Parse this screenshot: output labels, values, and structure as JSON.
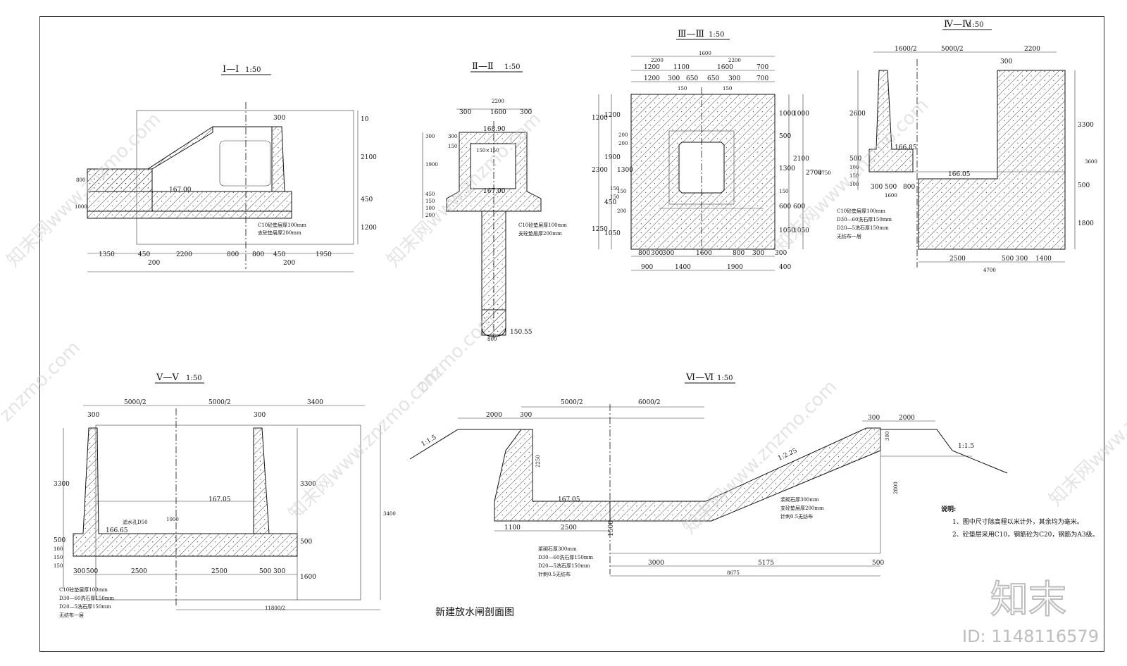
{
  "sections": {
    "s1": {
      "title": "Ⅰ—Ⅰ",
      "scale": "1:50"
    },
    "s2": {
      "title": "Ⅱ—Ⅱ",
      "scale": "1:50"
    },
    "s3": {
      "title": "Ⅲ—Ⅲ",
      "scale": "1:50"
    },
    "s4": {
      "title": "Ⅳ—Ⅳ",
      "scale": "1:50"
    },
    "s5": {
      "title": "Ⅴ—Ⅴ",
      "scale": "1:50"
    },
    "s6": {
      "title": "Ⅵ—Ⅵ",
      "scale": "1:50"
    }
  },
  "s1": {
    "elev": "167.00",
    "top": "300",
    "right_dims": [
      "10",
      "2100",
      "450",
      "1200"
    ],
    "left_dims": [
      "800",
      "1000"
    ],
    "bottom_dims": [
      "1350",
      "450",
      "2200",
      "800",
      "800",
      "450",
      "1950"
    ],
    "bottom_dims2": [
      "200",
      "200"
    ],
    "notes": [
      "C10砼垫层厚100mm",
      "支砼垫层厚200mm"
    ]
  },
  "s2": {
    "elev_top": "168.90",
    "elev_mid": "167.00",
    "elev_bot": "150.55",
    "top_dims": [
      "300",
      "1600",
      "300"
    ],
    "top_total": "2200",
    "left_dims": [
      "300",
      "1900",
      "450",
      "150",
      "100",
      "200"
    ],
    "right_dims": [
      "300",
      "150"
    ],
    "fillet": "150×150",
    "pile_dim": "800",
    "notes": [
      "C10砼垫层厚100mm",
      "支砼垫层厚200mm"
    ]
  },
  "s3": {
    "top_total": "1600",
    "top_row1": [
      "2200",
      "2200"
    ],
    "top_row2": [
      "1200",
      "1100",
      "1600",
      "700"
    ],
    "top_row3": [
      "1200",
      "300",
      "650",
      "650",
      "300",
      "700"
    ],
    "top_row4": [
      "150",
      "150"
    ],
    "left_dims": [
      "1200",
      "2300",
      "1250"
    ],
    "left_dims2": [
      "1200",
      "1900",
      "1300",
      "450",
      "150",
      "200",
      "1050"
    ],
    "left_small": [
      "200",
      "200",
      "150",
      "150"
    ],
    "right_dims": [
      "1000",
      "500",
      "1300",
      "150",
      "600",
      "1050"
    ],
    "right_dims2": [
      "1000",
      "2100",
      "600",
      "1050"
    ],
    "right_total": [
      "2700",
      "4750"
    ],
    "bottom_row1": [
      "800",
      "300",
      "300",
      "1600",
      "800",
      "300",
      "300"
    ],
    "bottom_row2": [
      "900",
      "1400",
      "1900",
      "400"
    ]
  },
  "s4": {
    "top_dims": [
      "1600/2",
      "5000/2",
      "2200"
    ],
    "top_small": "300",
    "elev_a": "166.85",
    "elev_b": "166.05",
    "left_dims": [
      "2600",
      "500",
      "100",
      "150",
      "100"
    ],
    "right_dims": [
      "3300",
      "500",
      "1800"
    ],
    "right_total": "3600",
    "mid_dims": [
      "300",
      "500",
      "800"
    ],
    "mid_total": "1600",
    "bottom_dims": [
      "2500",
      "500",
      "300",
      "1400"
    ],
    "bottom_total": "4700",
    "notes": [
      "C10砼垫层厚100mm",
      "D30—60洗石厚150mm",
      "D20—5洗石厚150mm",
      "无纺布一层"
    ]
  },
  "s5": {
    "top_dims": [
      "5000/2",
      "5000/2",
      "3400"
    ],
    "top_small": [
      "300",
      "300"
    ],
    "elev_a": "167.05",
    "elev_b": "166.65",
    "drain": "滤水孔D50",
    "left_dims": [
      "3300",
      "500",
      "100",
      "150",
      "150"
    ],
    "right_dims": [
      "3300",
      "500",
      "1600"
    ],
    "right_total": "3400",
    "mid_small": "1000",
    "bottom_dims": [
      "300",
      "500",
      "2500",
      "2500",
      "500",
      "300"
    ],
    "bottom_total": "11800/2",
    "notes": [
      "C10砼垫层厚100mm",
      "D30—60洗石厚150mm",
      "D20—5洗石厚150mm",
      "无纺布一层"
    ]
  },
  "s6": {
    "top_dims": [
      "2000",
      "300",
      "5000/2",
      "6000/2"
    ],
    "top_right": [
      "300",
      "2000"
    ],
    "slope_left": "1:1.5",
    "slope_right": "1:1.5",
    "slope_mid": "1:2.25",
    "elev": "167.05",
    "left_dim": "2250",
    "right_dims": [
      "300",
      "2800"
    ],
    "mid_dim": "1500",
    "bottom_left": [
      "1100",
      "2500"
    ],
    "bottom_dims": [
      "3000",
      "5175",
      "500"
    ],
    "bottom_total": "8675",
    "notes_right": [
      "浆砌石厚300mm",
      "支砼垫层厚200mm",
      "针刺0.5无纺布"
    ],
    "notes_left": [
      "浆砌石厚300mm",
      "D30—60洗石厚150mm",
      "D20—5洗石厚150mm",
      "针刺0.5无纺布"
    ]
  },
  "drawing_title": "新建放水闸剖面图",
  "legend": {
    "heading": "说明:",
    "items": [
      "1、图中尺寸除高程以米计外，其余均为毫米。",
      "2、砼垫层采用C10，钢筋砼为C20，钢筋为A3级。"
    ]
  },
  "watermarks": [
    "知末网www.znzmo.com",
    "知末网www.znzmo.com",
    "知末网www.znzmo.com",
    "知末网www.znzmo.com",
    "知末网www.znzmo.com",
    "znzmo.com",
    "znzmo.com",
    "知末网www.znzmo.com"
  ],
  "brand": {
    "logo": "知末",
    "id": "ID: 1148116579"
  }
}
